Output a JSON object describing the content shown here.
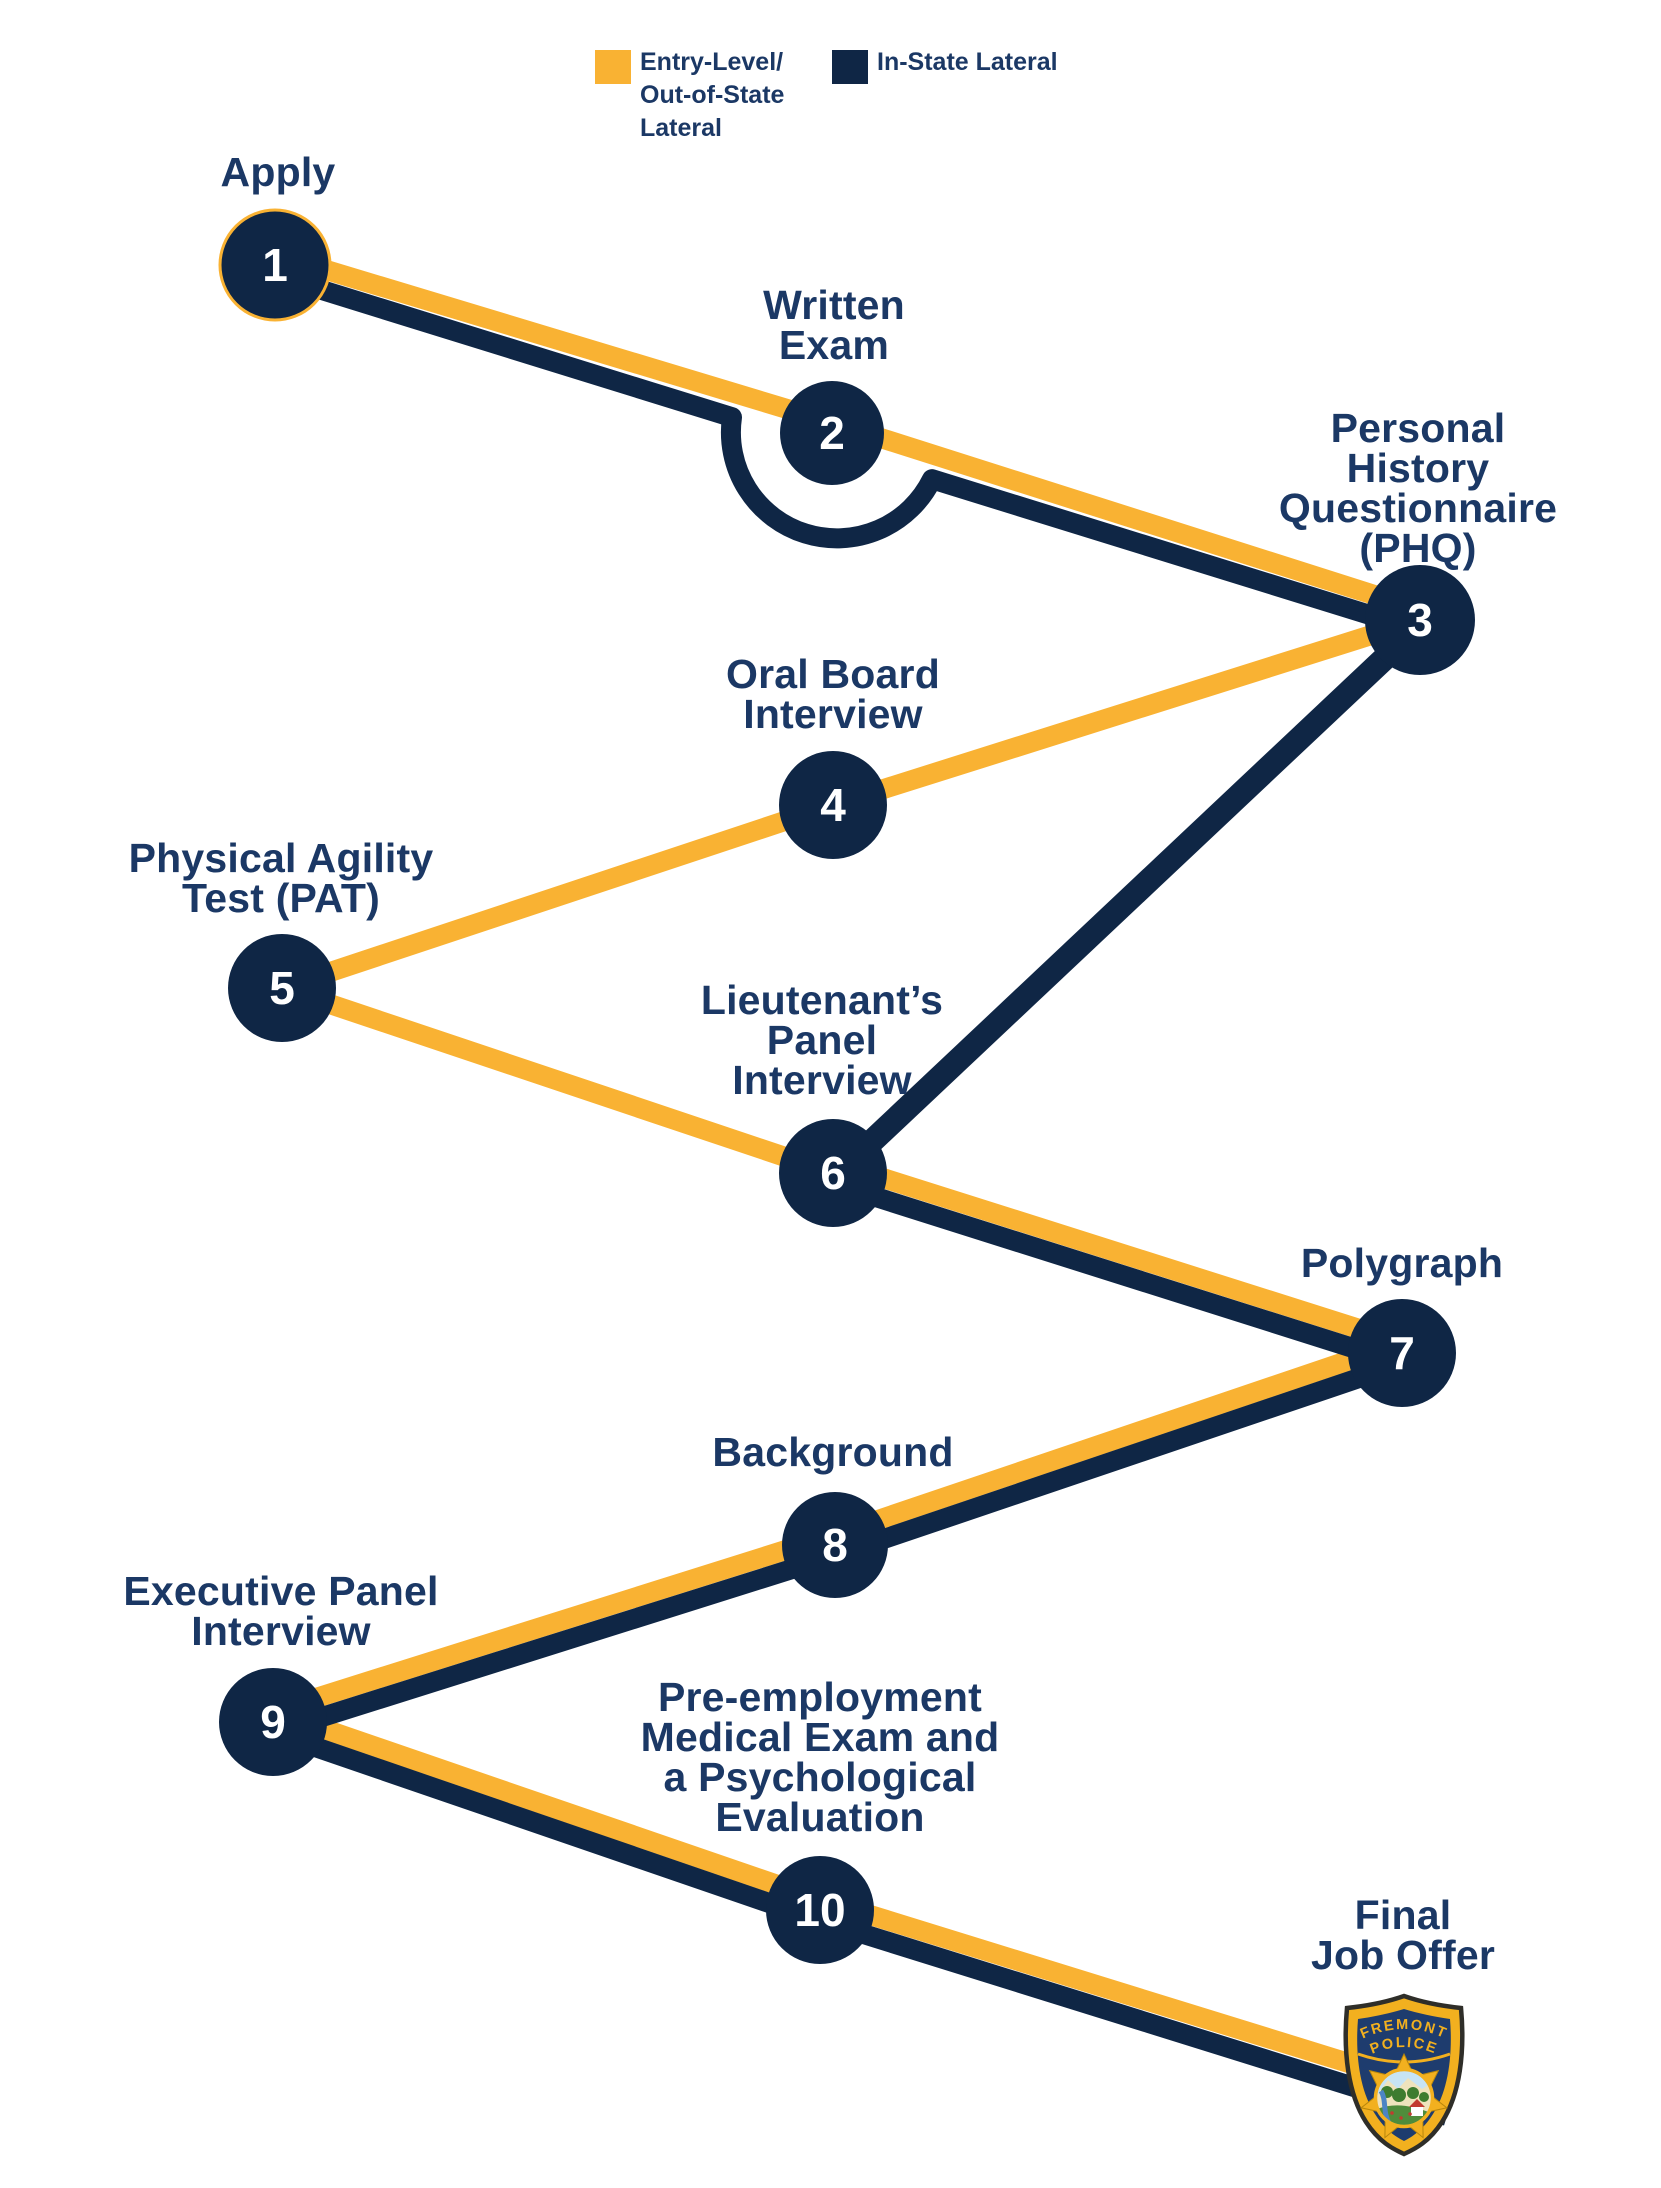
{
  "colors": {
    "gold": "#F9B233",
    "navy": "#0F2645",
    "text_navy": "#1B3865",
    "number_white": "#FFFFFF",
    "badge_gold": "#F2B01F",
    "badge_navy": "#1E3C6E",
    "badge_outline": "#2F2E29"
  },
  "legend": {
    "entry": {
      "label": "Entry-Level/\nOut-of-State\nLateral"
    },
    "in_state": {
      "label": "In-State Lateral"
    }
  },
  "steps": [
    {
      "number": "1",
      "label": "Apply"
    },
    {
      "number": "2",
      "label": "Written\nExam"
    },
    {
      "number": "3",
      "label": "Personal History\nQuestionnaire\n(PHQ)"
    },
    {
      "number": "4",
      "label": "Oral Board\nInterview"
    },
    {
      "number": "5",
      "label": "Physical Agility\nTest (PAT)"
    },
    {
      "number": "6",
      "label": "Lieutenant’s\nPanel\nInterview"
    },
    {
      "number": "7",
      "label": "Polygraph"
    },
    {
      "number": "8",
      "label": "Background"
    },
    {
      "number": "9",
      "label": "Executive Panel\nInterview"
    },
    {
      "number": "10",
      "label": "Pre-employment\nMedical Exam and\na Psychological\nEvaluation"
    }
  ],
  "final": {
    "label": "Final\nJob Offer"
  },
  "badge": {
    "line1": "FREMONT",
    "line2": "POLICE"
  }
}
